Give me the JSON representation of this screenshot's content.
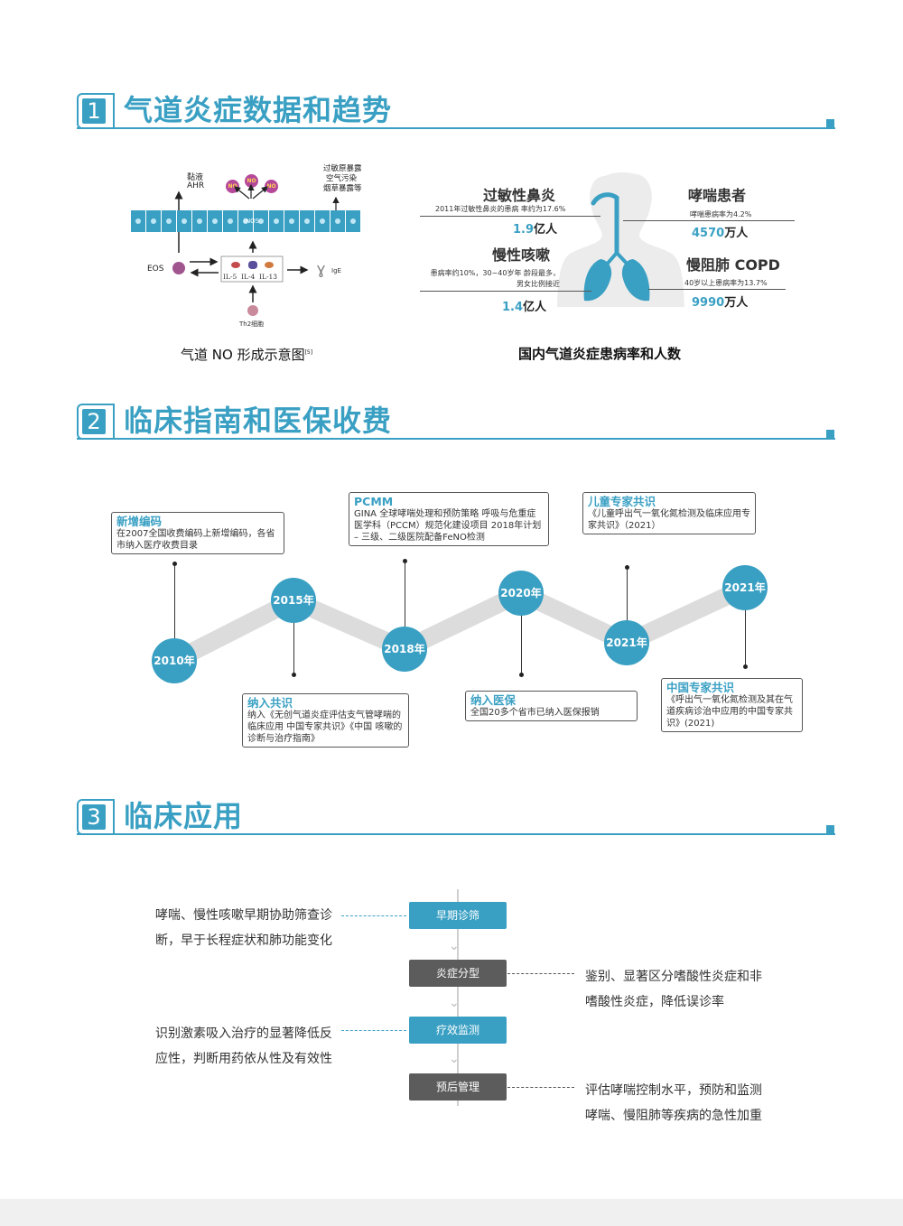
{
  "sections": [
    {
      "num": "1",
      "title": "气道炎症数据和趋势"
    },
    {
      "num": "2",
      "title": "临床指南和医保收费"
    },
    {
      "num": "3",
      "title": "临床应用"
    }
  ],
  "diagram": {
    "mucus_label": "黏液",
    "ahr_label": "AHR",
    "triggers": [
      "过敏原暴露",
      "空气污染",
      "烟草暴露等"
    ],
    "no_badge": "NO",
    "inos_label": "iNOS",
    "eos_label": "EOS",
    "interleukins": "IL-5  IL-4  IL-13",
    "ige_label": "IgE",
    "th2_label": "Th2细胞",
    "caption": "气道 NO 形成示意图",
    "caption_ref": "[5]"
  },
  "stats": {
    "caption": "国内气道炎症患病率和人数",
    "items": [
      {
        "title": "过敏性鼻炎",
        "desc": "2011年过敏性鼻炎的患病 率约为17.6%",
        "num": "1.9",
        "unit": "亿人"
      },
      {
        "title": "慢性咳嗽",
        "desc": "患病率约10%，30~40岁年 龄段最多，男女比例接近",
        "num": "1.4",
        "unit": "亿人"
      },
      {
        "title": "哮喘患者",
        "desc": "哮喘患病率为4.2%",
        "num": "4570",
        "unit": "万人"
      },
      {
        "title": "慢阻肺 COPD",
        "desc": "40岁以上患病率为13.7%",
        "num": "9990",
        "unit": "万人"
      }
    ]
  },
  "timeline": {
    "years": [
      "2010年",
      "2015年",
      "2018年",
      "2020年",
      "2021年",
      "2021年"
    ],
    "boxes": [
      {
        "title": "新增编码",
        "body": "在2007全国收费编码上新增编码，各省市纳入医疗收费目录"
      },
      {
        "title": "PCMM",
        "body": "GINA 全球哮喘处理和预防策略 呼吸与危重症医学科（PCCM）规范化建设项目 2018年计划 – 三级、二级医院配备FeNO检测"
      },
      {
        "title": "儿童专家共识",
        "body": "《儿童呼出气一氧化氮检测及临床应用专家共识》（2021）"
      },
      {
        "title": "纳入共识",
        "body": "纳入《无创气道炎症评估支气管哮喘的临床应用 中国专家共识》《中国 咳嗽的诊断与治疗指南》"
      },
      {
        "title": "纳入医保",
        "body": "全国20多个省市已纳入医保报销"
      },
      {
        "title": "中国专家共识",
        "body": "《呼出气一氧化氮检测及其在气道疾病诊治中应用的中国专家共识》(2021)"
      }
    ]
  },
  "clinical": {
    "steps": [
      "早期诊筛",
      "炎症分型",
      "疗效监测",
      "预后管理"
    ],
    "notes": [
      {
        "line1": "哮喘、慢性咳嗽早期协助筛查诊",
        "line2": "断，早于长程症状和肺功能变化"
      },
      {
        "line1": "鉴别、显著区分嗜酸性炎症和非",
        "line2": "嗜酸性炎症，降低误诊率"
      },
      {
        "line1": "识别激素吸入治疗的显著降低反",
        "line2": "应性，判断用药依从性及有效性"
      },
      {
        "line1": "评估哮喘控制水平，预防和监测",
        "line2": "哮喘、慢阻肺等疾病的急性加重"
      }
    ]
  },
  "colors": {
    "accent": "#3aa0c3",
    "dark_step": "#5c5c5c",
    "no_badge": "#b5489a",
    "zigzag": "#dcdcdc"
  }
}
